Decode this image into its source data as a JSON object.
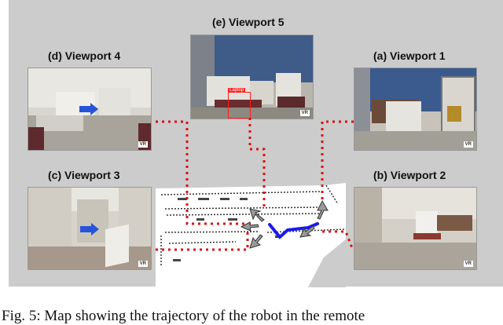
{
  "viewports": {
    "v1": {
      "label": "(a) Viewport 1",
      "badge": "VR"
    },
    "v2": {
      "label": "(b) Viewport 2",
      "badge": "VR"
    },
    "v3": {
      "label": "(c) Viewport 3",
      "badge": "VR"
    },
    "v4": {
      "label": "(d) Viewport 4",
      "badge": "VR"
    },
    "v5": {
      "label": "(e) Viewport 5",
      "badge": "VR",
      "detection": "Laptop"
    }
  },
  "caption": "Fig. 5: Map showing the trajectory of the robot in the remote",
  "colors": {
    "connector": "#dd1111",
    "trajectory": "#1a1aee",
    "arrow": "#2855d8",
    "detection": "#ff2020"
  }
}
